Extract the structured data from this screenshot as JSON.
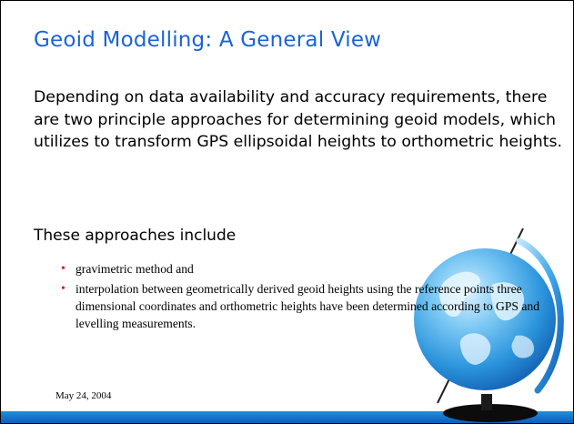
{
  "slide": {
    "title": "Geoid Modelling: A General View",
    "paragraph": "Depending on data availability and accuracy requirements, there are two principle approaches for determining geoid models, which utilizes to transform GPS ellipsoidal heights to orthometric heights.",
    "subheading": "These approaches include",
    "bullets": [
      "gravimetric method and",
      "interpolation between geometrically derived geoid heights using the reference points three dimensional coordinates and orthometric heights have been determined according to GPS and levelling measurements."
    ],
    "footer_date": "May 24, 2004"
  },
  "colors": {
    "title": "#1a63d6",
    "bullet": "#d81a1a",
    "bar": "#0a5fb8"
  },
  "icons": {
    "decoration": "globe-icon"
  }
}
